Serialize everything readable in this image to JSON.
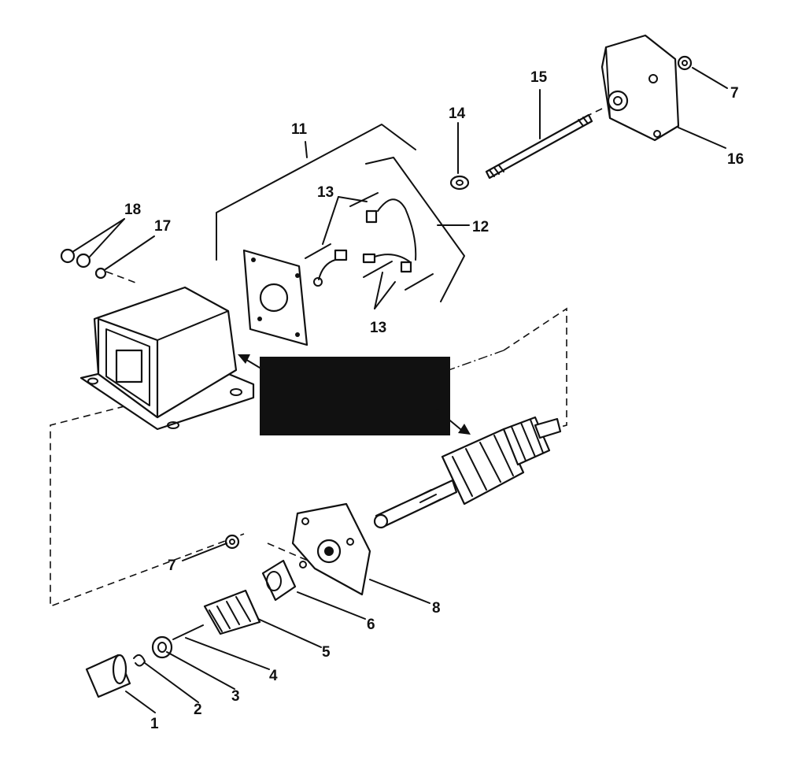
{
  "diagram": {
    "callouts": {
      "c1": "1",
      "c2": "2",
      "c3": "3",
      "c4": "4",
      "c5": "5",
      "c6": "6",
      "c7a": "7",
      "c7b": "7",
      "c8": "8",
      "c11": "11",
      "c12": "12",
      "c13a": "13",
      "c13b": "13",
      "c14": "14",
      "c15": "15",
      "c16": "16",
      "c17": "17",
      "c18": "18"
    }
  }
}
